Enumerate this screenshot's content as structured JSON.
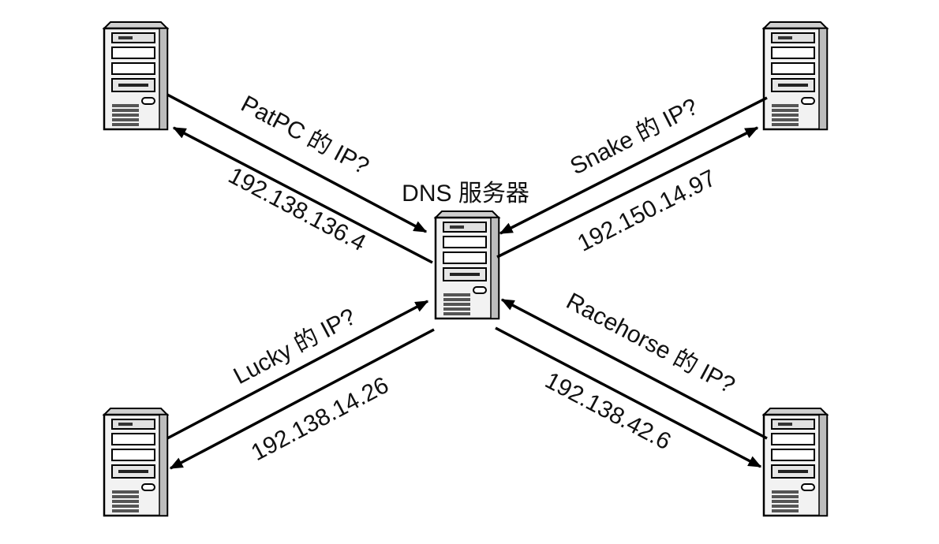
{
  "diagram": {
    "center_label": "DNS 服务器",
    "queries": {
      "top_left": "PatPC 的 IP?",
      "top_right": "Snake 的 IP?",
      "bottom_left": "Lucky 的 IP?",
      "bottom_right": "Racehorse 的 IP?"
    },
    "responses": {
      "top_left": "192.138.136.4",
      "top_right": "192.150.14.97",
      "bottom_left": "192.138.14.26",
      "bottom_right": "192.138.42.6"
    }
  }
}
